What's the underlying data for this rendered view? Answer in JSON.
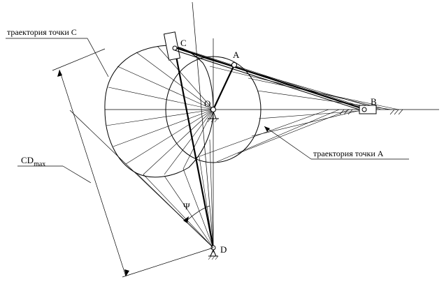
{
  "labels": {
    "trajectory_c": "траектория точки C",
    "trajectory_a": "траектория точки A",
    "point_a": "A",
    "point_b": "B",
    "point_c": "C",
    "point_o": "O",
    "point_d": "D",
    "angle_psi": "Ψ",
    "cd_max": "CD",
    "cd_max_sub": "max"
  }
}
